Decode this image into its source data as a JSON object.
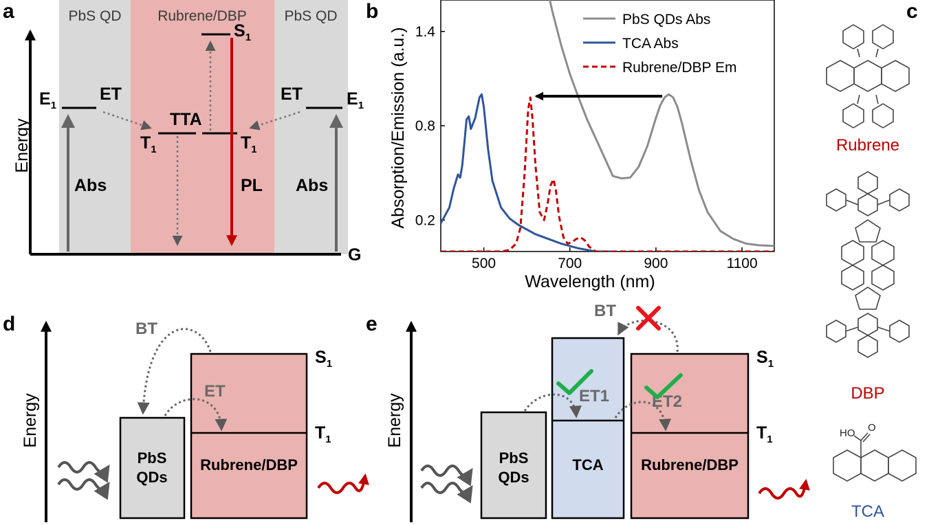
{
  "colors": {
    "grey_region": "#d9d9d9",
    "pink_region": "#eab3b1",
    "blue_box": "#d1dbee",
    "red": "#c00000",
    "blue_line": "#2f559a",
    "grey_line": "#8c8c8c",
    "dark_grey_arrow": "#666666",
    "green_check": "#1fae4b",
    "red_cross": "#e8161b"
  },
  "panel_a": {
    "label": "a",
    "region_left": "PbS QD",
    "region_mid": "Rubrene/DBP",
    "region_right": "PbS QD",
    "axis_label": "Energy",
    "ground": "G",
    "e1_main": "E",
    "e1_sub": "1",
    "t1_main": "T",
    "t1_sub": "1",
    "s1_main": "S",
    "s1_sub": "1",
    "et": "ET",
    "tta": "TTA",
    "abs": "Abs",
    "pl": "PL"
  },
  "panel_b": {
    "label": "b"
  },
  "panel_c": {
    "label": "c",
    "molecules": [
      "Rubrene",
      "DBP",
      "TCA"
    ],
    "tca_group": "HO",
    "tca_carbonyl": "O"
  },
  "panel_d": {
    "label": "d",
    "axis_label": "Energy",
    "bt": "BT",
    "et": "ET",
    "box_pbs_line1": "PbS",
    "box_pbs_line2": "QDs",
    "box_rub": "Rubrene/DBP",
    "s1_main": "S",
    "s1_sub": "1",
    "t1_main": "T",
    "t1_sub": "1"
  },
  "panel_e": {
    "label": "e",
    "axis_label": "Energy",
    "bt": "BT",
    "et1": "ET1",
    "et2": "ET2",
    "box_pbs_line1": "PbS",
    "box_pbs_line2": "QDs",
    "box_tca": "TCA",
    "box_rub": "Rubrene/DBP",
    "s1_main": "S",
    "s1_sub": "1",
    "t1_main": "T",
    "t1_sub": "1"
  },
  "chart_data": {
    "type": "line",
    "xlabel": "Wavelength (nm)",
    "ylabel": "Absorption/Emission (a.u.)",
    "xlim": [
      400,
      1175
    ],
    "ylim": [
      0.0,
      1.6
    ],
    "xticks": [
      500,
      700,
      900,
      1100
    ],
    "yticks": [
      0.2,
      0.8,
      1.4
    ],
    "legend_position": "top-right",
    "annotation": "arrow from PbS QD absorption peak (~930 nm) to Rubrene/DBP emission peak (~610 nm)",
    "series": [
      {
        "name": "PbS QDs Abs",
        "color": "#8c8c8c",
        "style": "solid",
        "x": [
          800,
          820,
          840,
          860,
          880,
          900,
          910,
          920,
          930,
          940,
          950,
          960,
          980,
          1000,
          1020,
          1050,
          1080,
          1110,
          1140,
          1175
        ],
        "y": [
          0.48,
          0.465,
          0.47,
          0.54,
          0.67,
          0.85,
          0.93,
          0.98,
          1.0,
          0.98,
          0.92,
          0.82,
          0.59,
          0.39,
          0.25,
          0.13,
          0.08,
          0.05,
          0.04,
          0.035
        ],
        "pre_x": [
          600,
          620,
          640,
          660,
          680,
          700,
          720,
          740,
          760,
          780
        ],
        "pre_y": [
          2.4,
          2.05,
          1.76,
          1.52,
          1.31,
          1.13,
          0.98,
          0.84,
          0.72,
          0.6
        ]
      },
      {
        "name": "TCA Abs",
        "color": "#2f559a",
        "style": "solid",
        "x": [
          400,
          410,
          420,
          430,
          440,
          445,
          450,
          460,
          465,
          470,
          480,
          490,
          495,
          500,
          510,
          520,
          540,
          560,
          580,
          600,
          620,
          650,
          680,
          720,
          760,
          800
        ],
        "y": [
          0.18,
          0.23,
          0.28,
          0.4,
          0.49,
          0.47,
          0.55,
          0.84,
          0.86,
          0.78,
          0.85,
          0.98,
          1.0,
          0.92,
          0.65,
          0.45,
          0.28,
          0.21,
          0.17,
          0.14,
          0.11,
          0.08,
          0.05,
          0.02,
          0.0,
          0.0
        ]
      },
      {
        "name": "Rubrene/DBP Em",
        "color": "#c00000",
        "style": "dashed",
        "x": [
          400,
          540,
          560,
          575,
          585,
          595,
          603,
          608,
          613,
          620,
          630,
          640,
          648,
          655,
          662,
          668,
          675,
          685,
          695,
          705,
          715,
          725,
          735,
          745,
          760,
          800,
          1175
        ],
        "y": [
          0.0,
          0.0,
          0.01,
          0.05,
          0.15,
          0.5,
          0.9,
          0.98,
          0.85,
          0.55,
          0.25,
          0.2,
          0.3,
          0.42,
          0.46,
          0.38,
          0.22,
          0.09,
          0.05,
          0.06,
          0.08,
          0.09,
          0.07,
          0.03,
          0.0,
          0.0,
          0.0
        ]
      }
    ]
  }
}
